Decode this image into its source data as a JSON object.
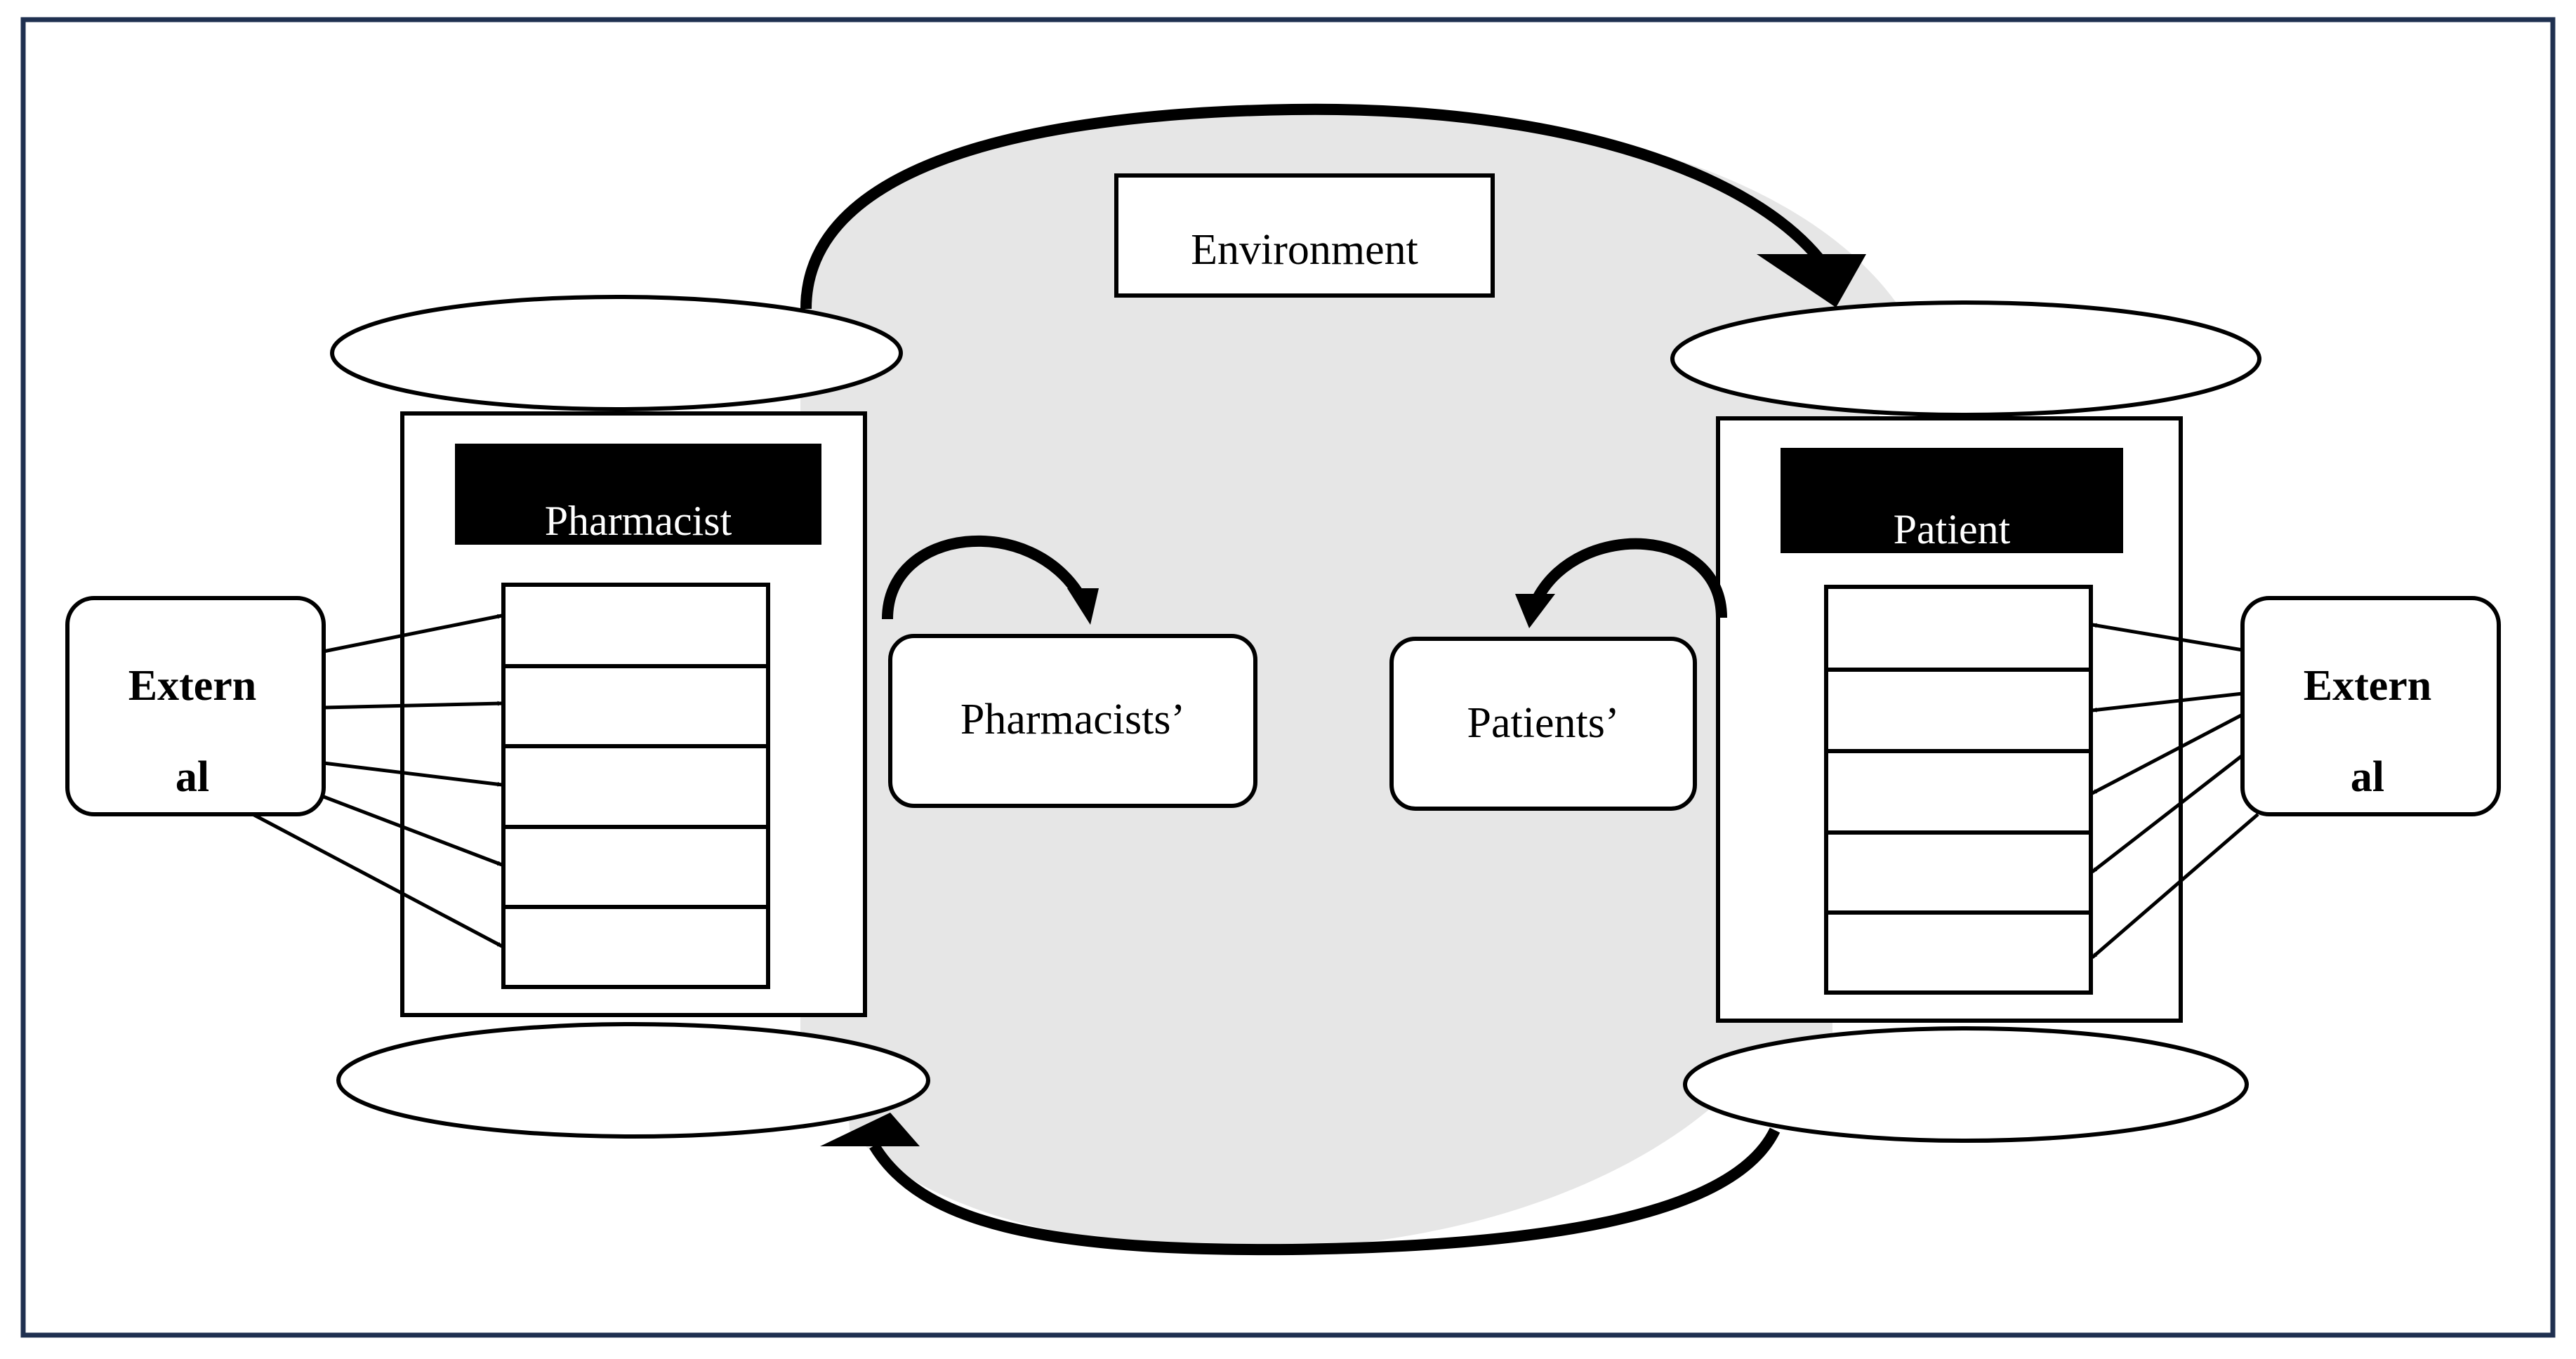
{
  "diagram": {
    "environment_label": "Environment",
    "left_system": {
      "header_label": "Pharmacist",
      "external_label_line1": "Extern",
      "external_label_line2": "al",
      "output_label": "Pharmacists’"
    },
    "right_system": {
      "header_label": "Patient",
      "external_label_line1": "Extern",
      "external_label_line2": "al",
      "output_label": "Patients’"
    }
  },
  "colors": {
    "frame_border": "#1f3050",
    "environment_fill": "#e6e6e6",
    "stroke": "#000000",
    "header_fill": "#000000",
    "header_text": "#ffffff"
  }
}
